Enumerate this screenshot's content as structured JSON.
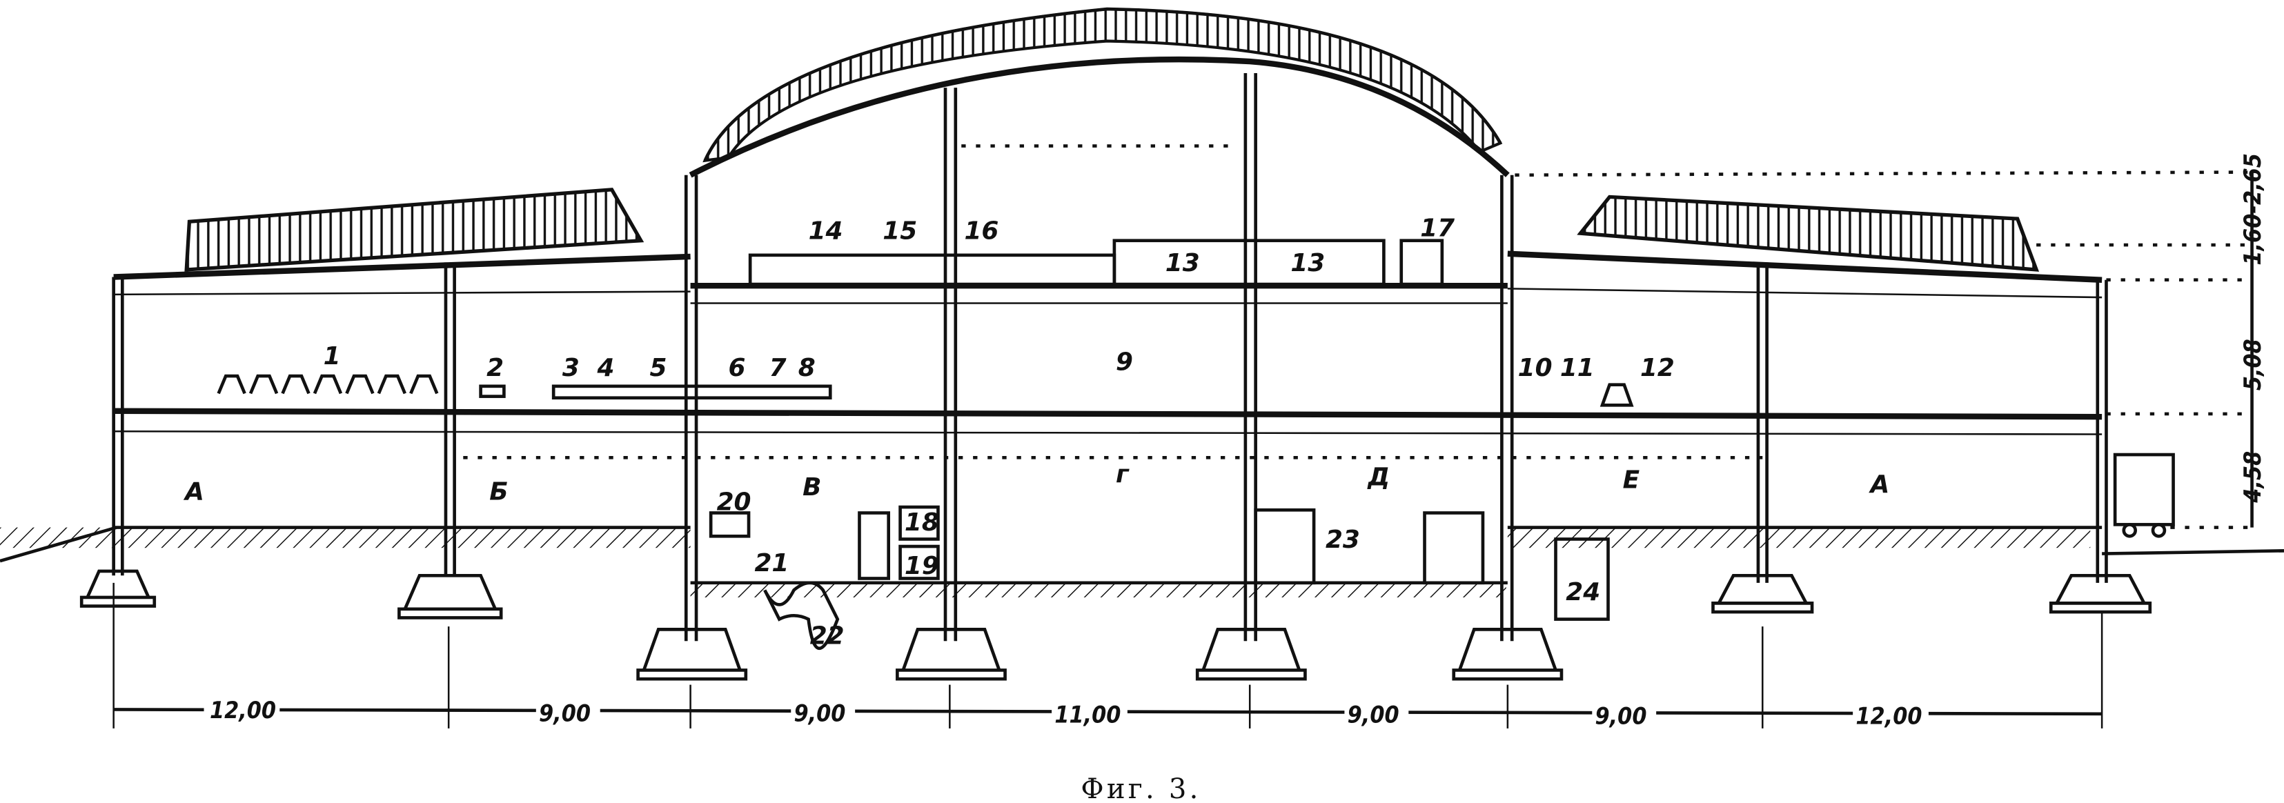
{
  "caption": "Фиг. 3.",
  "zone_labels": {
    "a_left": "А",
    "b": "Б",
    "v": "В",
    "g": "г",
    "d": "Д",
    "e": "Е",
    "a_right": "А"
  },
  "item_labels": {
    "n1": "1",
    "n2": "2",
    "n3": "3",
    "n4": "4",
    "n5": "5",
    "n6": "6",
    "n7": "7",
    "n8": "8",
    "n9": "9",
    "n10": "10",
    "n11": "11",
    "n12": "12",
    "n13a": "13",
    "n13b": "13",
    "n14": "14",
    "n15": "15",
    "n16": "16",
    "n17": "17",
    "n18": "18",
    "n19": "19",
    "n20": "20",
    "n21": "21",
    "n22": "22",
    "n23": "23",
    "n24": "24"
  },
  "span_dimensions": [
    "12,00",
    "9,00",
    "9,00",
    "11,00",
    "9,00",
    "9,00",
    "12,00"
  ],
  "height_dimensions": {
    "ground_floor": "4,58",
    "upper_floor": "5,08",
    "skylight": "1,60-2,65"
  }
}
